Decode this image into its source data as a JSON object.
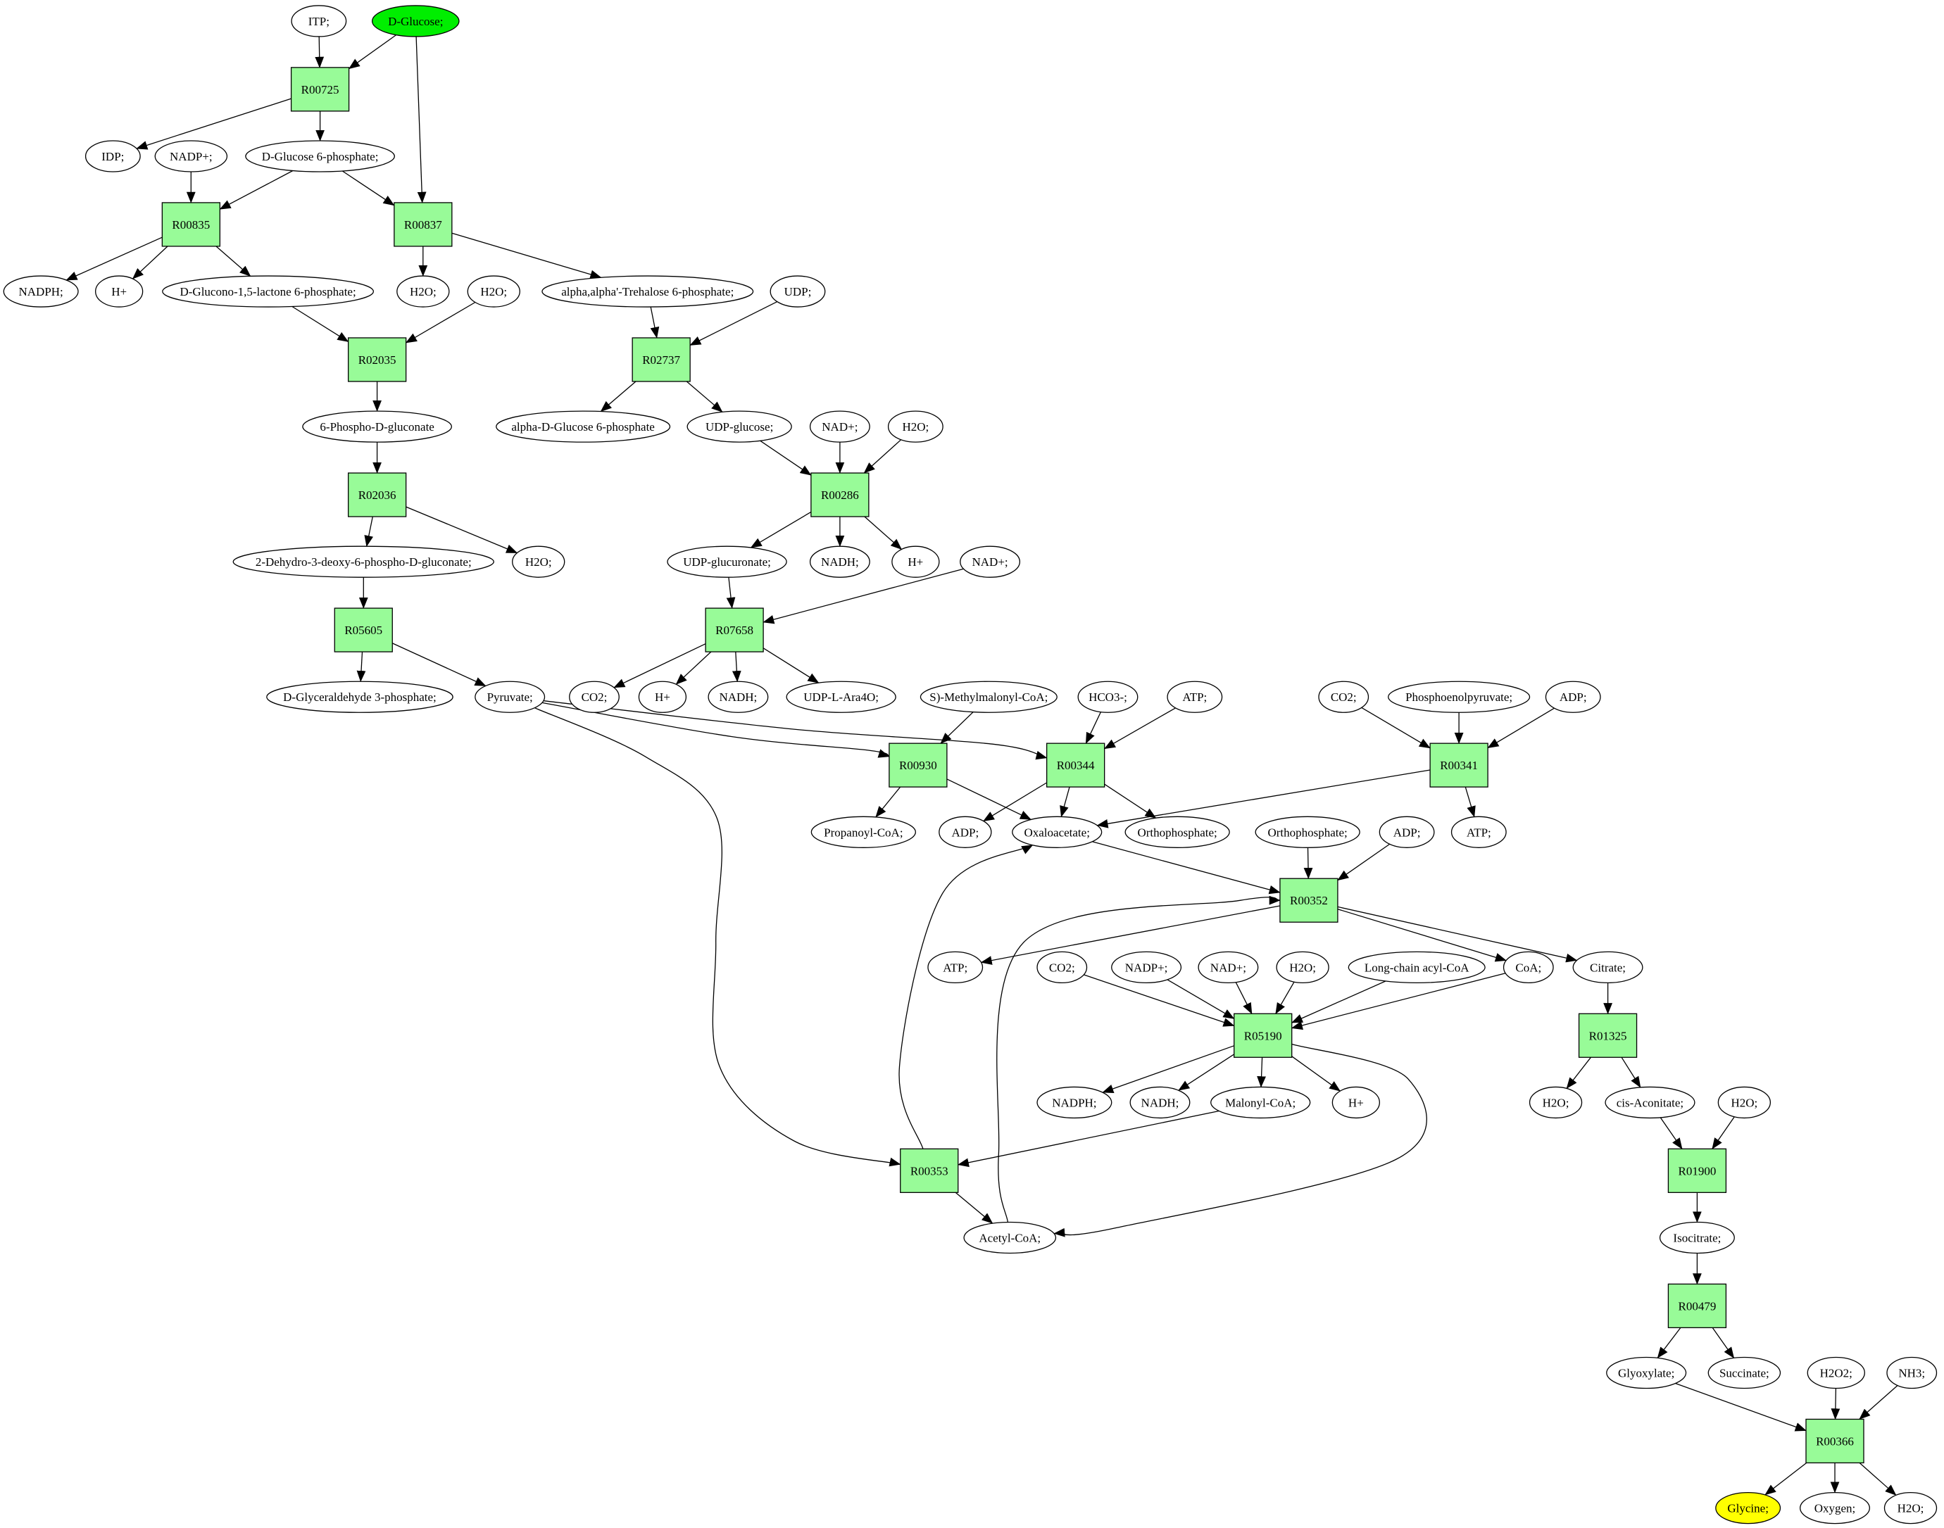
{
  "colors": {
    "reaction_fill": "#98FB98",
    "source_fill": "#00EE00",
    "target_fill": "#FFFF00",
    "compound_fill": "#FFFFFF",
    "stroke": "#000000"
  },
  "reactions": [
    {
      "id": "r00725",
      "label": "R00725"
    },
    {
      "id": "r00835",
      "label": "R00835"
    },
    {
      "id": "r00837",
      "label": "R00837"
    },
    {
      "id": "r02035",
      "label": "R02035"
    },
    {
      "id": "r02737",
      "label": "R02737"
    },
    {
      "id": "r02036",
      "label": "R02036"
    },
    {
      "id": "r00286",
      "label": "R00286"
    },
    {
      "id": "r05605",
      "label": "R05605"
    },
    {
      "id": "r07658",
      "label": "R07658"
    },
    {
      "id": "r00930",
      "label": "R00930"
    },
    {
      "id": "r00344",
      "label": "R00344"
    },
    {
      "id": "r00341",
      "label": "R00341"
    },
    {
      "id": "r00352",
      "label": "R00352"
    },
    {
      "id": "r05190",
      "label": "R05190"
    },
    {
      "id": "r01325",
      "label": "R01325"
    },
    {
      "id": "r00353",
      "label": "R00353"
    },
    {
      "id": "r01900",
      "label": "R01900"
    },
    {
      "id": "r00479",
      "label": "R00479"
    },
    {
      "id": "r00366",
      "label": "R00366"
    }
  ],
  "compounds": [
    {
      "id": "itp",
      "label": "ITP;"
    },
    {
      "id": "dglucose",
      "label": "D-Glucose;",
      "role": "source"
    },
    {
      "id": "idp",
      "label": "IDP;"
    },
    {
      "id": "nadp1",
      "label": "NADP+;"
    },
    {
      "id": "g6p",
      "label": "D-Glucose 6-phosphate;"
    },
    {
      "id": "nadph1",
      "label": "NADPH;"
    },
    {
      "id": "h1",
      "label": "H+"
    },
    {
      "id": "lactone",
      "label": "D-Glucono-1,5-lactone 6-phosphate;"
    },
    {
      "id": "h2o1",
      "label": "H2O;"
    },
    {
      "id": "h2o2",
      "label": "H2O;"
    },
    {
      "id": "trehalose6p",
      "label": "alpha,alpha'-Trehalose 6-phosphate;"
    },
    {
      "id": "udp",
      "label": "UDP;"
    },
    {
      "id": "pgluconate",
      "label": "6-Phospho-D-gluconate"
    },
    {
      "id": "ag6p",
      "label": "alpha-D-Glucose 6-phosphate"
    },
    {
      "id": "udpglucose",
      "label": "UDP-glucose;"
    },
    {
      "id": "nad1",
      "label": "NAD+;"
    },
    {
      "id": "h2o3",
      "label": "H2O;"
    },
    {
      "id": "kdpg",
      "label": "2-Dehydro-3-deoxy-6-phospho-D-gluconate;"
    },
    {
      "id": "h2o4",
      "label": "H2O;"
    },
    {
      "id": "udpglucuronate",
      "label": "UDP-glucuronate;"
    },
    {
      "id": "nadh1",
      "label": "NADH;"
    },
    {
      "id": "h2",
      "label": "H+"
    },
    {
      "id": "nad2",
      "label": "NAD+;"
    },
    {
      "id": "gap",
      "label": "D-Glyceraldehyde 3-phosphate;"
    },
    {
      "id": "pyruvate",
      "label": "Pyruvate;"
    },
    {
      "id": "co2a",
      "label": "CO2;"
    },
    {
      "id": "h3",
      "label": "H+"
    },
    {
      "id": "nadh2",
      "label": "NADH;"
    },
    {
      "id": "udpara",
      "label": "UDP-L-Ara4O;"
    },
    {
      "id": "smmcoa",
      "label": "S)-Methylmalonyl-CoA;"
    },
    {
      "id": "hco3",
      "label": "HCO3-;"
    },
    {
      "id": "atp1",
      "label": "ATP;"
    },
    {
      "id": "co2b",
      "label": "CO2;"
    },
    {
      "id": "pep",
      "label": "Phosphoenolpyruvate;"
    },
    {
      "id": "adp1",
      "label": "ADP;"
    },
    {
      "id": "propcoa",
      "label": "Propanoyl-CoA;"
    },
    {
      "id": "adp2",
      "label": "ADP;"
    },
    {
      "id": "oaa",
      "label": "Oxaloacetate;"
    },
    {
      "id": "pi1",
      "label": "Orthophosphate;"
    },
    {
      "id": "atp2",
      "label": "ATP;"
    },
    {
      "id": "pi2",
      "label": "Orthophosphate;"
    },
    {
      "id": "adp3",
      "label": "ADP;"
    },
    {
      "id": "atp3",
      "label": "ATP;"
    },
    {
      "id": "co2c",
      "label": "CO2;"
    },
    {
      "id": "nadp2",
      "label": "NADP+;"
    },
    {
      "id": "nad3",
      "label": "NAD+;"
    },
    {
      "id": "h2o5",
      "label": "H2O;"
    },
    {
      "id": "lcacoa",
      "label": "Long-chain acyl-CoA"
    },
    {
      "id": "coa",
      "label": "CoA;"
    },
    {
      "id": "citrate",
      "label": "Citrate;"
    },
    {
      "id": "nadph2",
      "label": "NADPH;"
    },
    {
      "id": "nadh3",
      "label": "NADH;"
    },
    {
      "id": "malcoa",
      "label": "Malonyl-CoA;"
    },
    {
      "id": "h4",
      "label": "H+"
    },
    {
      "id": "h2o6",
      "label": "H2O;"
    },
    {
      "id": "cisacon",
      "label": "cis-Aconitate;"
    },
    {
      "id": "h2o7",
      "label": "H2O;"
    },
    {
      "id": "acetylcoa",
      "label": "Acetyl-CoA;"
    },
    {
      "id": "isocitrate",
      "label": "Isocitrate;"
    },
    {
      "id": "glyoxylate",
      "label": "Glyoxylate;"
    },
    {
      "id": "succinate",
      "label": "Succinate;"
    },
    {
      "id": "h2o2b",
      "label": "H2O2;"
    },
    {
      "id": "nh3",
      "label": "NH3;"
    },
    {
      "id": "glycine",
      "label": "Glycine;",
      "role": "target"
    },
    {
      "id": "oxygen",
      "label": "Oxygen;"
    },
    {
      "id": "h2o8",
      "label": "H2O;"
    }
  ],
  "edges": [
    [
      "itp",
      "r00725"
    ],
    [
      "dglucose",
      "r00725"
    ],
    [
      "dglucose",
      "r00837"
    ],
    [
      "r00725",
      "idp"
    ],
    [
      "r00725",
      "g6p"
    ],
    [
      "nadp1",
      "r00835"
    ],
    [
      "g6p",
      "r00835"
    ],
    [
      "g6p",
      "r00837"
    ],
    [
      "r00835",
      "nadph1"
    ],
    [
      "r00835",
      "h1"
    ],
    [
      "r00835",
      "lactone"
    ],
    [
      "r00837",
      "h2o1"
    ],
    [
      "r00837",
      "trehalose6p"
    ],
    [
      "lactone",
      "r02035"
    ],
    [
      "h2o2",
      "r02035"
    ],
    [
      "r02035",
      "pgluconate"
    ],
    [
      "trehalose6p",
      "r02737"
    ],
    [
      "udp",
      "r02737"
    ],
    [
      "r02737",
      "ag6p"
    ],
    [
      "r02737",
      "udpglucose"
    ],
    [
      "pgluconate",
      "r02036"
    ],
    [
      "r02036",
      "kdpg"
    ],
    [
      "r02036",
      "h2o4"
    ],
    [
      "udpglucose",
      "r00286"
    ],
    [
      "nad1",
      "r00286"
    ],
    [
      "h2o3",
      "r00286"
    ],
    [
      "r00286",
      "udpglucuronate"
    ],
    [
      "r00286",
      "nadh1"
    ],
    [
      "r00286",
      "h2"
    ],
    [
      "kdpg",
      "r05605"
    ],
    [
      "r05605",
      "gap"
    ],
    [
      "r05605",
      "pyruvate"
    ],
    [
      "udpglucuronate",
      "r07658"
    ],
    [
      "nad2",
      "r07658"
    ],
    [
      "r07658",
      "co2a"
    ],
    [
      "r07658",
      "h3"
    ],
    [
      "r07658",
      "nadh2"
    ],
    [
      "r07658",
      "udpara"
    ],
    [
      "pyruvate",
      "r00930"
    ],
    [
      "smmcoa",
      "r00930"
    ],
    [
      "r00930",
      "propcoa"
    ],
    [
      "r00930",
      "oaa"
    ],
    [
      "pyruvate",
      "r00344"
    ],
    [
      "hco3",
      "r00344"
    ],
    [
      "atp1",
      "r00344"
    ],
    [
      "r00344",
      "adp2"
    ],
    [
      "r00344",
      "oaa"
    ],
    [
      "r00344",
      "pi1"
    ],
    [
      "co2b",
      "r00341"
    ],
    [
      "pep",
      "r00341"
    ],
    [
      "adp1",
      "r00341"
    ],
    [
      "r00341",
      "oaa"
    ],
    [
      "r00341",
      "atp2"
    ],
    [
      "oaa",
      "r00352"
    ],
    [
      "pi2",
      "r00352"
    ],
    [
      "adp3",
      "r00352"
    ],
    [
      "acetylcoa",
      "r00352"
    ],
    [
      "r00352",
      "atp3"
    ],
    [
      "r00352",
      "coa"
    ],
    [
      "r00352",
      "citrate"
    ],
    [
      "co2c",
      "r05190"
    ],
    [
      "nadp2",
      "r05190"
    ],
    [
      "nad3",
      "r05190"
    ],
    [
      "h2o5",
      "r05190"
    ],
    [
      "lcacoa",
      "r05190"
    ],
    [
      "coa",
      "r05190"
    ],
    [
      "r05190",
      "nadph2"
    ],
    [
      "r05190",
      "nadh3"
    ],
    [
      "r05190",
      "malcoa"
    ],
    [
      "r05190",
      "h4"
    ],
    [
      "r05190",
      "acetylcoa"
    ],
    [
      "pyruvate",
      "r00353"
    ],
    [
      "malcoa",
      "r00353"
    ],
    [
      "r00353",
      "acetylcoa"
    ],
    [
      "r00353",
      "oaa"
    ],
    [
      "citrate",
      "r01325"
    ],
    [
      "r01325",
      "h2o6"
    ],
    [
      "r01325",
      "cisacon"
    ],
    [
      "cisacon",
      "r01900"
    ],
    [
      "h2o7",
      "r01900"
    ],
    [
      "r01900",
      "isocitrate"
    ],
    [
      "isocitrate",
      "r00479"
    ],
    [
      "r00479",
      "glyoxylate"
    ],
    [
      "r00479",
      "succinate"
    ],
    [
      "glyoxylate",
      "r00366"
    ],
    [
      "h2o2b",
      "r00366"
    ],
    [
      "nh3",
      "r00366"
    ],
    [
      "r00366",
      "glycine"
    ],
    [
      "r00366",
      "oxygen"
    ],
    [
      "r00366",
      "h2o8"
    ]
  ]
}
